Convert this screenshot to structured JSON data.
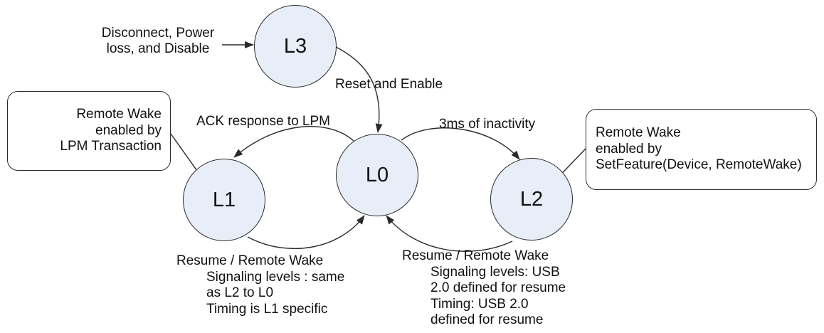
{
  "colors": {
    "node_fill": "#e8eef7",
    "line": "#2a2a2a",
    "text": "#111111",
    "background": "#ffffff"
  },
  "states": {
    "l3": "L3",
    "l0": "L0",
    "l1": "L1",
    "l2": "L2"
  },
  "labels": {
    "disconnect": "Disconnect, Power\nloss, and Disable",
    "reset_enable": "Reset and Enable",
    "ack_lpm": "ACK response to LPM",
    "inactivity": "3ms of inactivity",
    "l1_resume_title": "Resume / Remote Wake",
    "l1_resume_details": "Signaling levels : same\nas L2 to L0\nTiming is L1 specific",
    "l2_resume_title": "Resume / Remote Wake",
    "l2_resume_details": "Signaling levels: USB\n2.0 defined for resume\nTiming: USB 2.0\ndefined for resume",
    "l1_callout": "Remote Wake\nenabled by\nLPM Transaction",
    "l2_callout": "Remote Wake\nenabled by\nSetFeature(Device, RemoteWake)"
  }
}
